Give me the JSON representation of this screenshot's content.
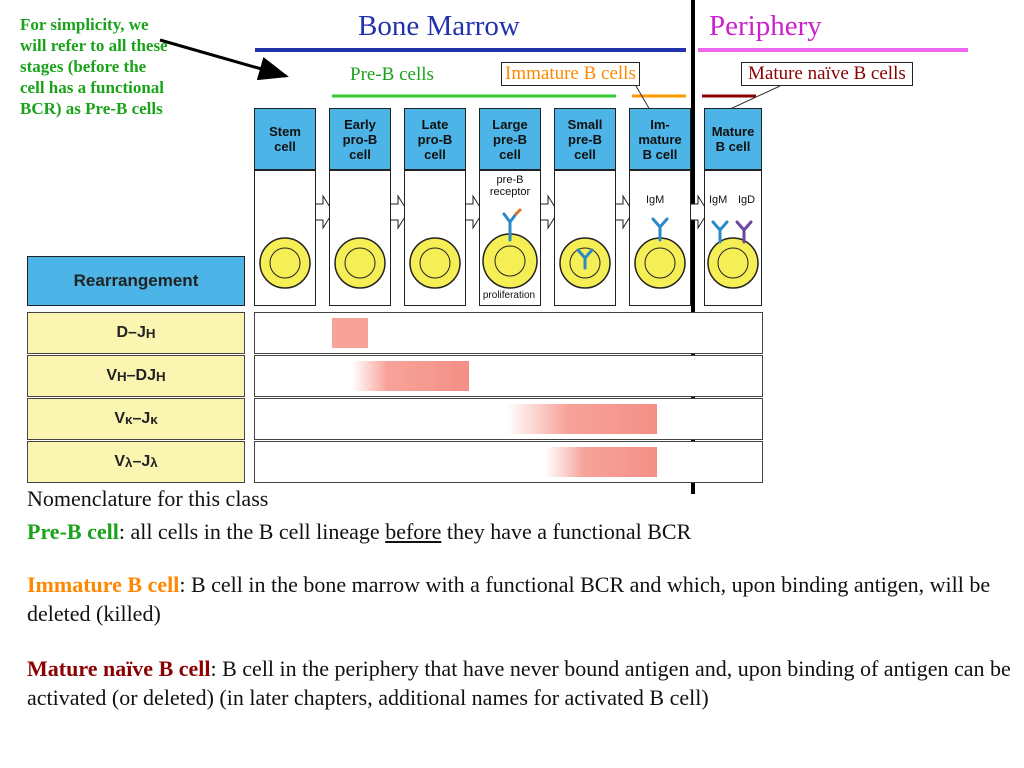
{
  "note": "For simplicity, we will refer to all these stages (before the cell has a functional BCR) as Pre-B cells",
  "regions": {
    "bone_marrow": "Bone Marrow",
    "periphery": "Periphery"
  },
  "groups": {
    "pre_b": "Pre-B cells",
    "immature": "Immature B cells",
    "mature": "Mature naïve B cells"
  },
  "stages": [
    {
      "l1": "Stem",
      "l2": "cell",
      "l3": ""
    },
    {
      "l1": "Early",
      "l2": "pro-B",
      "l3": "cell"
    },
    {
      "l1": "Late",
      "l2": "pro-B",
      "l3": "cell"
    },
    {
      "l1": "Large",
      "l2": "pre-B",
      "l3": "cell"
    },
    {
      "l1": "Small",
      "l2": "pre-B",
      "l3": "cell"
    },
    {
      "l1": "Im-",
      "l2": "mature",
      "l3": "B cell"
    },
    {
      "l1": "Mature",
      "l2": "B cell",
      "l3": ""
    }
  ],
  "annotations": {
    "pre_b_receptor_1": "pre-B",
    "pre_b_receptor_2": "receptor",
    "proliferation": "proliferation",
    "igm": "IgM",
    "igm2": "IgM",
    "igd": "IgD"
  },
  "rearrangement": {
    "header": "Rearrangement",
    "rows": [
      {
        "main1": "D–J",
        "sub1": "H",
        "main2": "",
        "sub2": ""
      },
      {
        "main1": "V",
        "sub1": "H",
        "main2": "–DJ",
        "sub2": "H"
      },
      {
        "main1": "V",
        "sub1": "κ",
        "main2": "–J",
        "sub2": "κ"
      },
      {
        "main1": "V",
        "sub1": "λ",
        "main2": "–J",
        "sub2": "λ"
      }
    ]
  },
  "text": {
    "heading": "Nomenclature for this class",
    "pre_b_term": "Pre-B cell",
    "pre_b_a": ": all cells in the B cell lineage ",
    "pre_b_u": "before",
    "pre_b_b": " they have a functional BCR",
    "imm_term": "Immature B cell",
    "imm_def": ": B cell in the bone marrow with a functional BCR and which, upon binding antigen, will be deleted (killed)",
    "mat_term": "Mature naïve B cell",
    "mat_def": ":  B cell in the periphery that have never bound antigen and, upon binding of antigen can be activated (or deleted) (in later chapters, additional names for activated B cell)"
  },
  "colors": {
    "green": "#1aa31a",
    "blue": "#2233aa",
    "magenta": "#cc22cc",
    "orange": "#ff8800",
    "darkred": "#8b0000",
    "stage_blue": "#4cb4e6",
    "row_yellow": "#faf5b0",
    "bar_pink": "#f7a39a",
    "cell_yellow": "#f6ee55"
  }
}
